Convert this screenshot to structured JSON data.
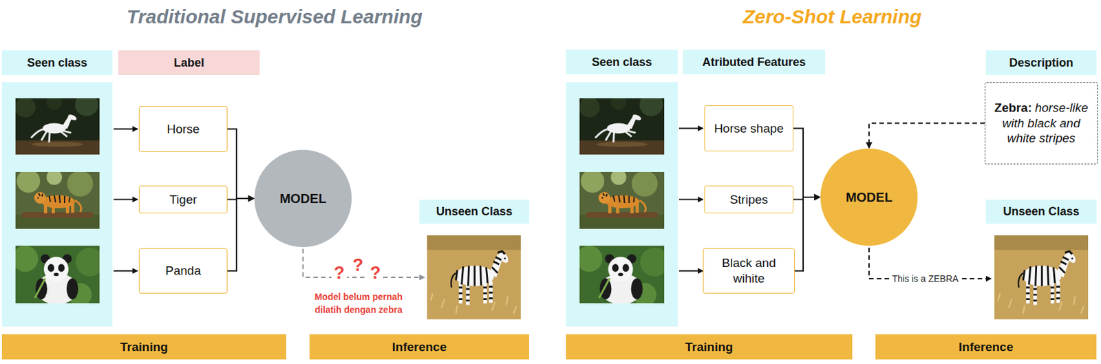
{
  "diagram": {
    "nodes": [
      {
        "text": [
          "Seen class"
        ]
      },
      {
        "text": [
          "Label"
        ]
      },
      {
        "text": [
          "Horse"
        ]
      },
      {
        "text": [
          "Tiger"
        ]
      },
      {
        "text": [
          "Panda"
        ]
      },
      {
        "text": [
          "MODEL"
        ]
      },
      {
        "text": [
          "Unseen Class"
        ]
      },
      {
        "text": [
          "Training"
        ]
      },
      {
        "text": [
          "Inference"
        ]
      },
      {
        "text": [
          "Seen class"
        ]
      },
      {
        "text": [
          "Atributed Features"
        ]
      },
      {
        "text": [
          "Description"
        ]
      },
      {
        "text": [
          "Zebra:",
          "horse-like with black and white stripes"
        ]
      },
      {
        "text": [
          "Horse shape"
        ]
      },
      {
        "text": [
          "Stripes"
        ]
      },
      {
        "text": [
          "Black and wihite"
        ]
      },
      {
        "text": [
          "MODEL"
        ]
      },
      {
        "text": [
          "Unseen Class"
        ]
      },
      {
        "text": [
          "Training"
        ]
      },
      {
        "text": [
          "Inference"
        ]
      }
    ],
    "edges": [
      {
        "from": 2,
        "to": 5,
        "arrow": "to"
      },
      {
        "from": 3,
        "to": 5,
        "arrow": "to"
      },
      {
        "from": 4,
        "to": 5,
        "arrow": "to"
      },
      {
        "from": 13,
        "to": 16,
        "arrow": "to"
      },
      {
        "from": 14,
        "to": 16,
        "arrow": "to"
      },
      {
        "from": 15,
        "to": 16,
        "arrow": "to"
      },
      {
        "from": 12,
        "to": 16,
        "arrow": "to"
      }
    ],
    "labels": [
      "Traditional Supervised Learning",
      "?",
      "?",
      "?",
      "Model belum pernah dilatih dengan zebra",
      "Zero-Shot Learning",
      "This is a ZEBRA"
    ]
  }
}
